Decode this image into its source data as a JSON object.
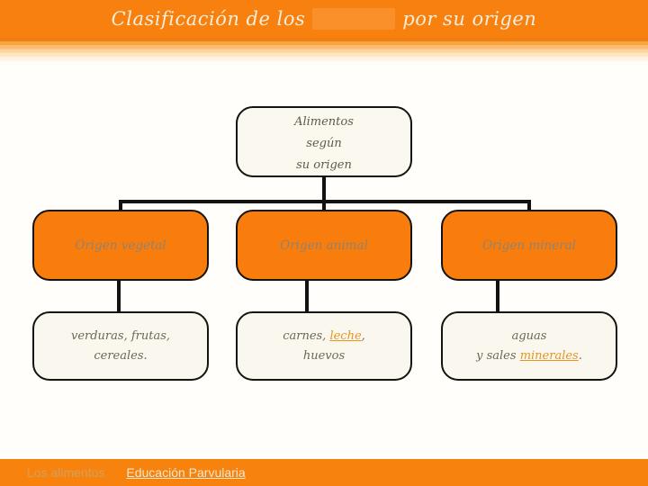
{
  "header": {
    "title_left": "Clasificación de los",
    "title_right": "por su origen"
  },
  "diagram": {
    "root": {
      "line1": "Alimentos",
      "line2": "según",
      "line3": "su origen"
    },
    "columns": [
      {
        "category": "Origen vegetal",
        "detail": {
          "line1": "verduras, frutas,",
          "line2": "cereales."
        }
      },
      {
        "category": "Origen animal",
        "detail": {
          "line1_pre": "carnes, ",
          "line1_link": "leche",
          "line1_post": ",",
          "line2": "huevos"
        }
      },
      {
        "category": "Origen mineral",
        "detail": {
          "line1": "aguas",
          "line2_pre": "y sales ",
          "line2_link": "minerales",
          "line2_post": "."
        }
      }
    ]
  },
  "footer": {
    "left_label": "Los alimentos",
    "right_link": "Educación Parvularia"
  },
  "colors": {
    "header_orange": "#f8800f",
    "category_orange": "#f97d0d",
    "cream_box": "#faf7ee",
    "link_orange": "#e8941f",
    "connector_black": "#121212",
    "footer_orange": "#f8820e"
  }
}
